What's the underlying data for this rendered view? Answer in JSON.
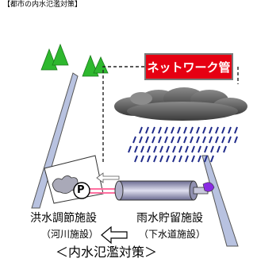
{
  "header": {
    "text": "【都市の内水氾濫対策】"
  },
  "network_box": {
    "label": "ネットワーク管",
    "fill": "#e60012"
  },
  "labels": {
    "flood_control": "洪水調節施設",
    "flood_control_sub": "（河川施設）",
    "storage": "雨水貯留施設",
    "storage_sub": "（下水道施設）",
    "pump": "P"
  },
  "caption": "＜内水氾濫対策＞",
  "colors": {
    "tree": "#2eb82e",
    "cloud": "#555555",
    "rain": "#1f2a8a",
    "pipe": "#c8c8dc",
    "network_pipe": "#ff6fa0",
    "water": "#8a2be2"
  }
}
